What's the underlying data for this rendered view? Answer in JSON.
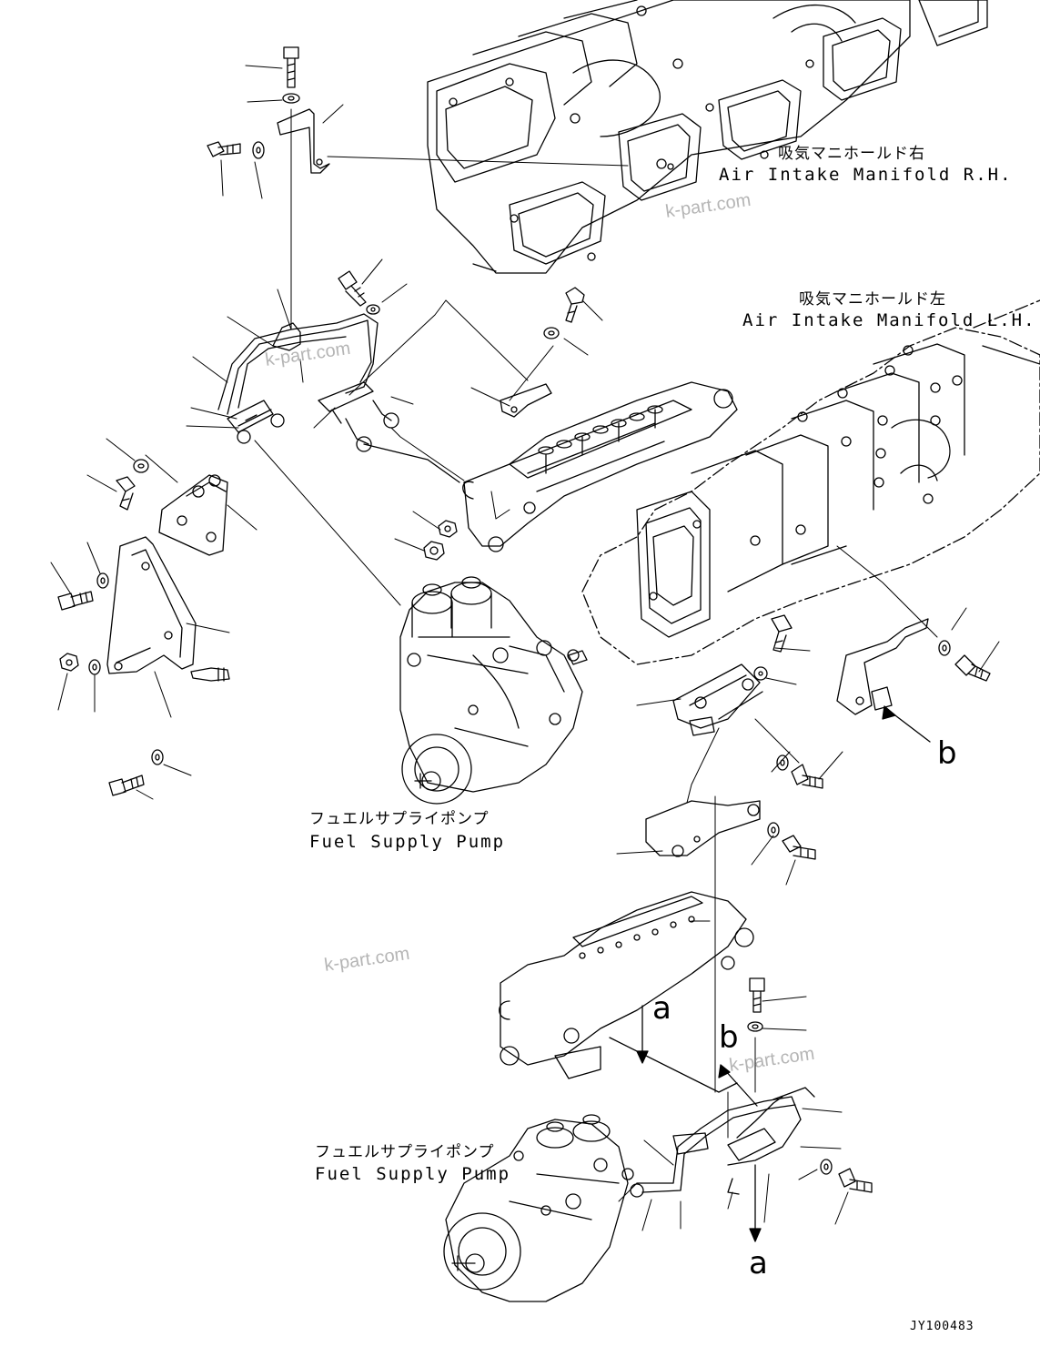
{
  "labels": {
    "manifold_rh_jp": "吸気マニホールド右",
    "manifold_rh_en": "Air Intake Manifold R.H.",
    "manifold_lh_jp": "吸気マニホールド左",
    "manifold_lh_en": "Air Intake Manifold L.H.",
    "pump_upper_jp": "フュエルサプライポンプ",
    "pump_upper_en": "Fuel Supply Pump",
    "pump_lower_jp": "フュエルサプライポンプ",
    "pump_lower_en": "Fuel Supply Pump",
    "ref_a_top": "a",
    "ref_a_bottom": "a",
    "ref_b_right": "b",
    "ref_b_lower": "b"
  },
  "watermarks": [
    "k-part.com",
    "k-part.com",
    "k-part.com",
    "k-part.com"
  ],
  "drawing_code": "JY100483",
  "colors": {
    "line": "#000000",
    "watermark": "#b5b5b5",
    "background": "#ffffff"
  }
}
